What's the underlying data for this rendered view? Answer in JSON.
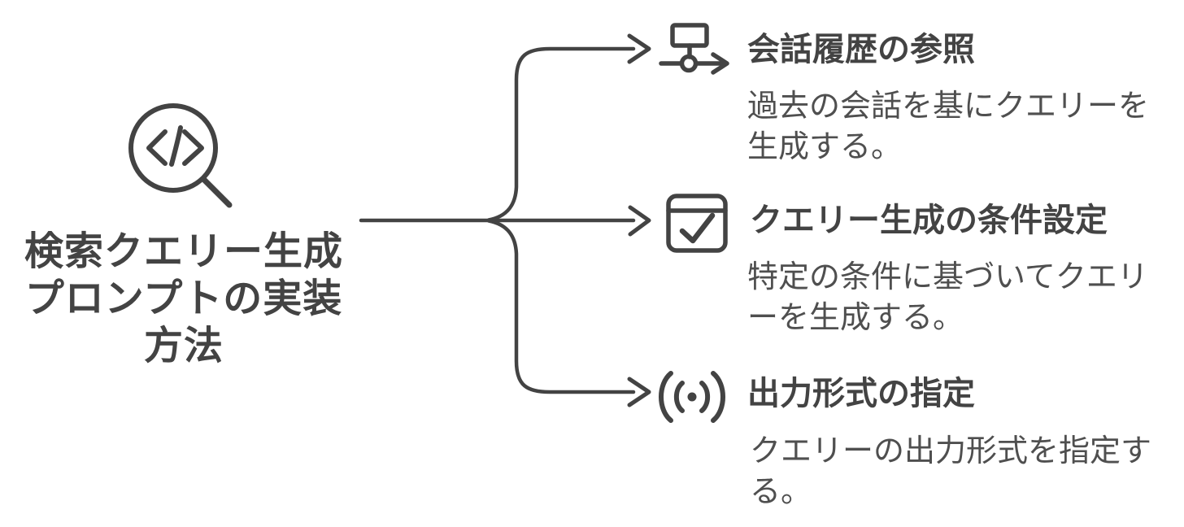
{
  "diagram": {
    "type": "mindmap",
    "colors": {
      "background": "#ffffff",
      "ink": "#434343",
      "description_text": "#4f4f4f"
    },
    "center": {
      "icon": "code-search-icon",
      "title_lines": [
        "検索クエリー生成",
        "プロンプトの実装",
        "方法"
      ]
    },
    "branches": [
      {
        "icon": "workflow-arrow-icon",
        "title": "会話履歴の参照",
        "description": "過去の会話を基にクエリーを生成する。"
      },
      {
        "icon": "window-check-icon",
        "title": "クエリー生成の条件設定",
        "description": "特定の条件に基づいてクエリーを生成する。"
      },
      {
        "icon": "broadcast-icon",
        "title": "出力形式の指定",
        "description": "クエリーの出力形式を指定する。"
      }
    ]
  }
}
